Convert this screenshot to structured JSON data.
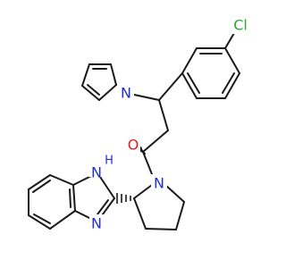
{
  "colors": {
    "bond": "#1a1a1a",
    "carbon": "#1a1a1a",
    "nitrogen": "#1f2fd6",
    "oxygen": "#e01b1b",
    "chlorine": "#2fa52f",
    "background": "#ffffff"
  },
  "atoms": {
    "cl": "Cl",
    "o": "O",
    "n_pyrrole": "N",
    "n_pyrrolidine": "N",
    "nh_benzimidazole": "N",
    "nh_h": "H",
    "n_benzimidazole": "N"
  }
}
